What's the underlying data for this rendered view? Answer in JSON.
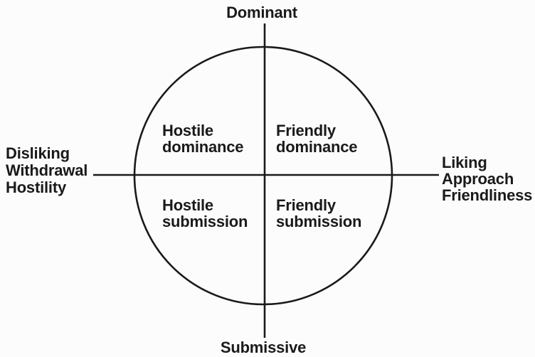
{
  "diagram": {
    "axes": {
      "top_label": "Dominant",
      "bottom_label": "Submissive",
      "left_labels": [
        "Disliking",
        "Withdrawal",
        "Hostility"
      ],
      "right_labels": [
        "Liking",
        "Approach",
        "Friendliness"
      ]
    },
    "quadrants": {
      "top_left": {
        "line1": "Hostile",
        "line2": "dominance"
      },
      "top_right": {
        "line1": "Friendly",
        "line2": "dominance"
      },
      "bottom_left": {
        "line1": "Hostile",
        "line2": "submission"
      },
      "bottom_right": {
        "line1": "Friendly",
        "line2": "submission"
      }
    },
    "colors": {
      "ink": "#1a1a1a",
      "background": "#fcfcfc"
    }
  }
}
